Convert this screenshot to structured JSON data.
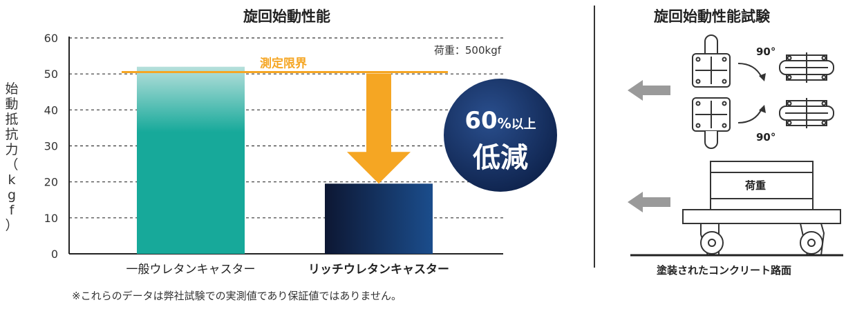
{
  "chart_data": {
    "type": "bar",
    "title": "旋回始動性能",
    "ylabel": "始動抵抗力（kgf）",
    "ylim": [
      0,
      60
    ],
    "yticks": [
      0,
      10,
      20,
      30,
      40,
      50,
      60
    ],
    "grid": true,
    "categories": [
      "一般ウレタンキャスター",
      "リッチウレタンキャスター"
    ],
    "values": [
      52,
      19.5
    ],
    "bar_colors": [
      "#17a99a",
      "#1a3f7a"
    ],
    "measurement_limit": {
      "label": "測定限界",
      "value": 50.5,
      "color": "#f5a623"
    },
    "load_note": "荷重：500kgf",
    "badge": {
      "line1_number": "60",
      "line1_pct": "%",
      "line1_suffix": "以上",
      "line2": "低減",
      "color": "#12295a"
    }
  },
  "right_panel": {
    "title": "旋回始動性能試験",
    "angle_top": "90°",
    "angle_bottom": "90°",
    "load_label": "荷重",
    "surface_caption": "塗装されたコンクリート路面"
  },
  "footnote": "※これらのデータは弊社試験での実測値であり保証値ではありません。",
  "colors": {
    "accent_orange": "#f5a623",
    "teal": "#17a99a",
    "navy": "#12295a",
    "arrow_gray": "#9a9a9a"
  }
}
